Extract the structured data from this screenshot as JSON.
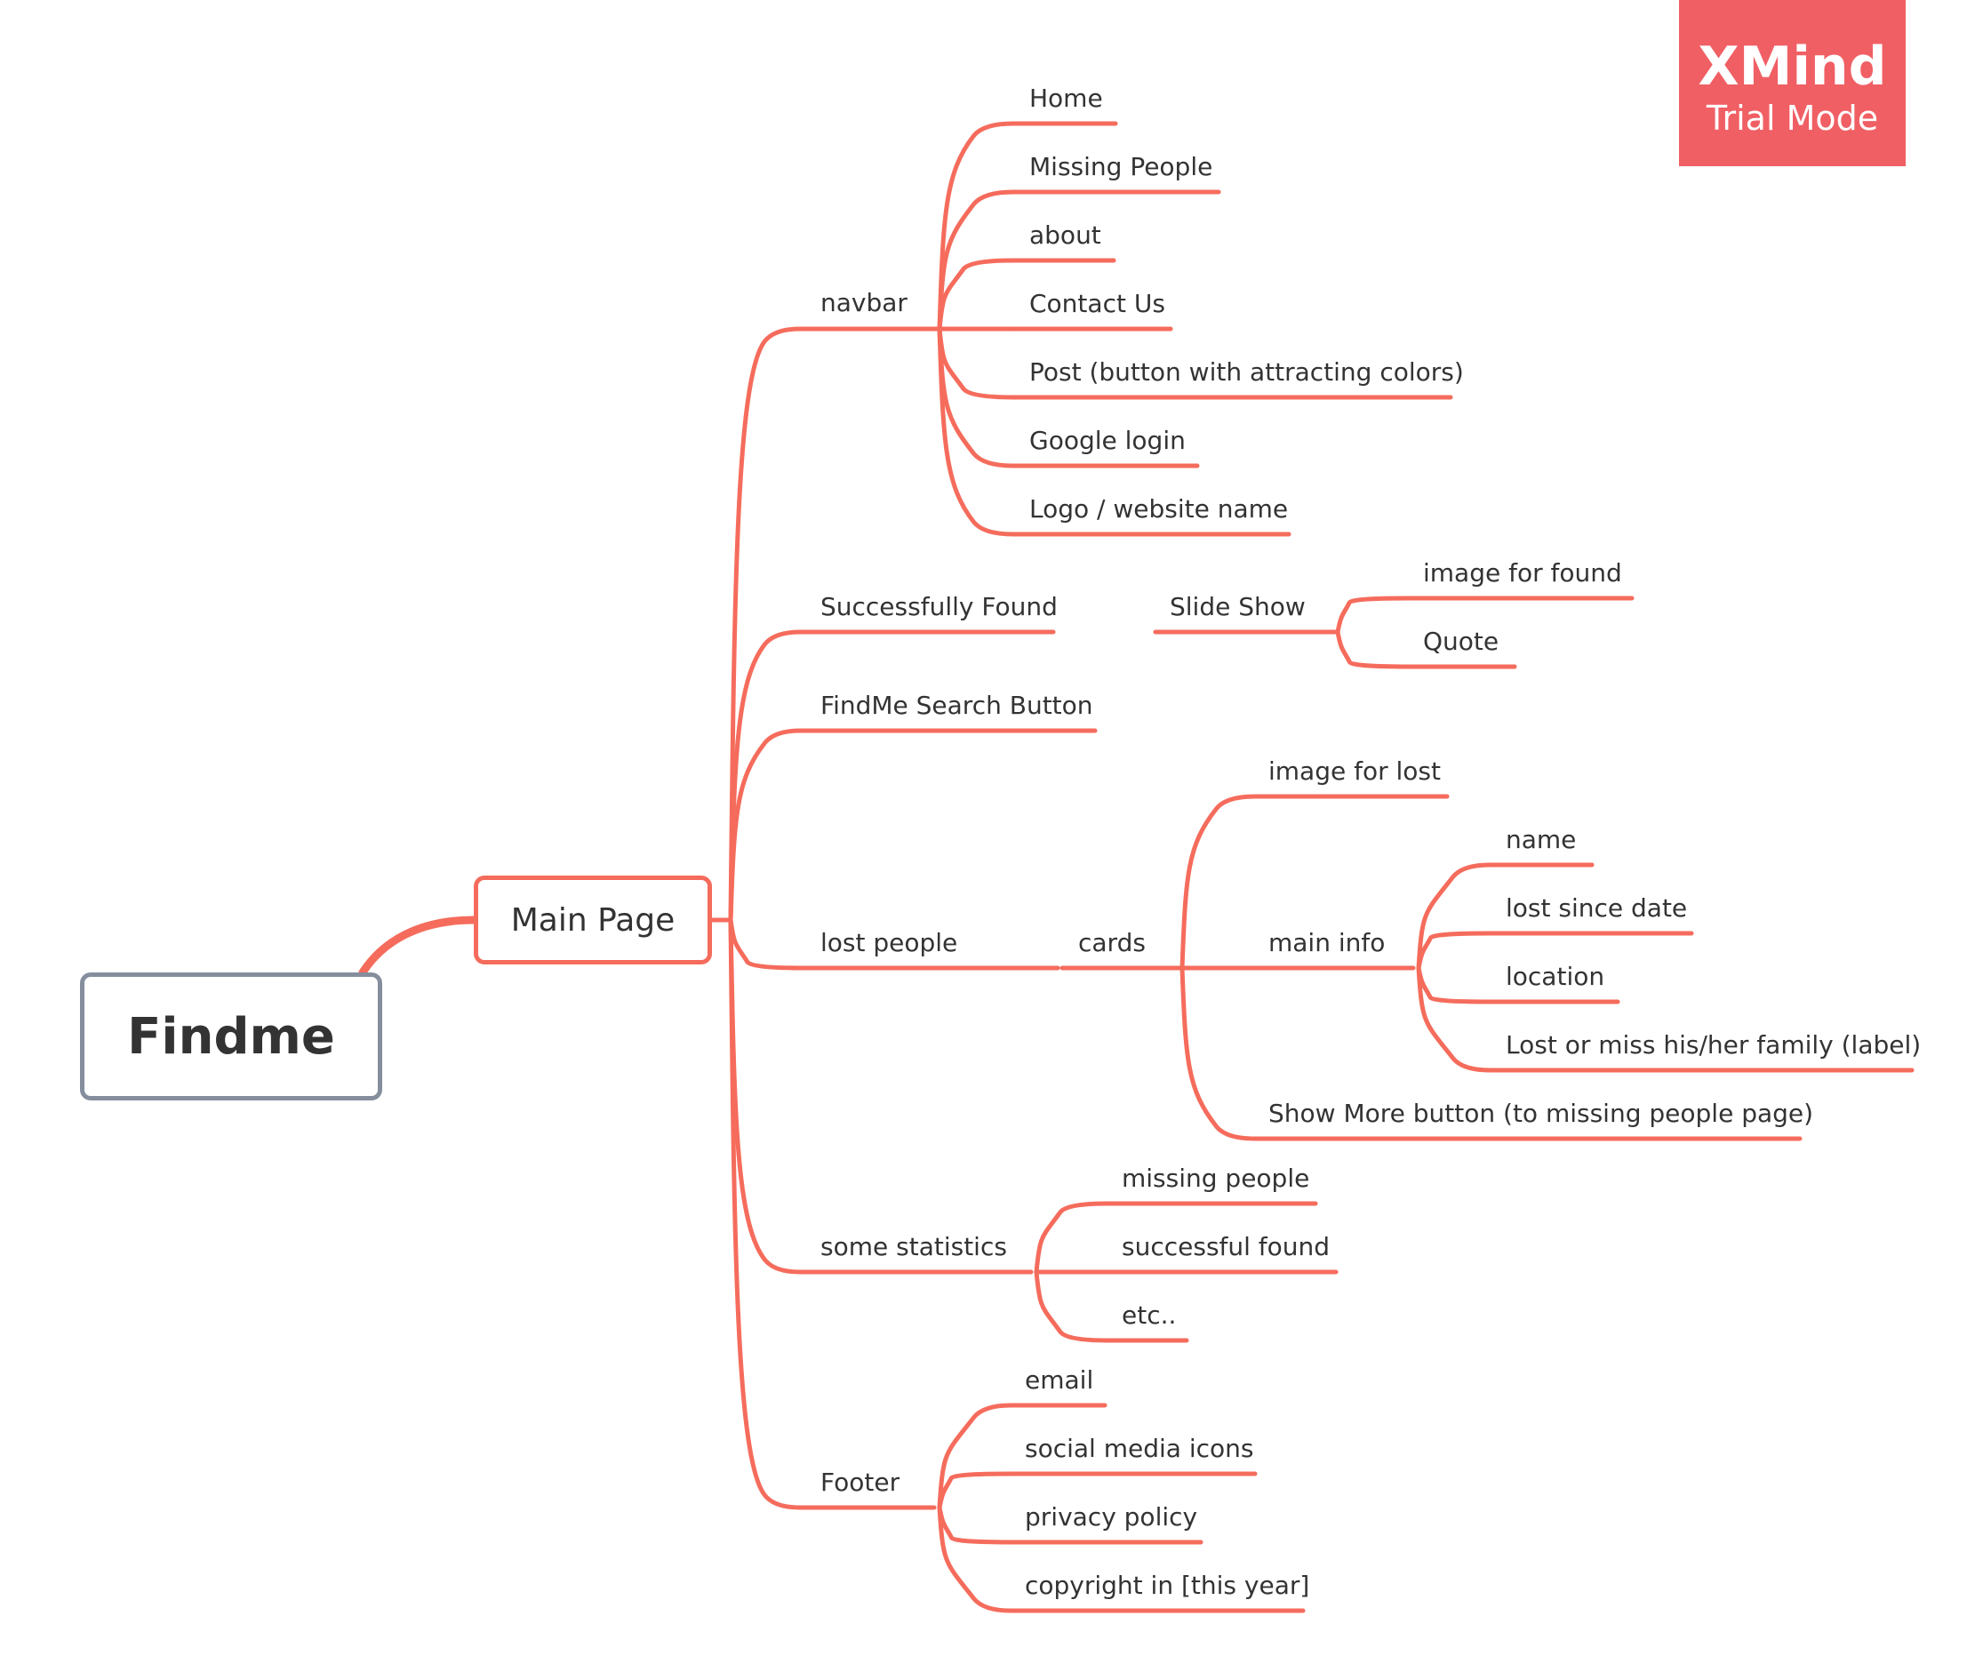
{
  "colors": {
    "branch": "#f56c5c",
    "root_border": "#858e9d",
    "badge_bg": "#f05f64",
    "text": "#333333"
  },
  "badge": {
    "title": "XMind",
    "subtitle": "Trial Mode"
  },
  "root": {
    "label": "Findme"
  },
  "main": {
    "label": "Main Page"
  },
  "navbar": {
    "label": "navbar",
    "items": [
      "Home",
      "Missing People",
      "about",
      "Contact Us",
      "Post (button with attracting colors)",
      "Google login",
      "Logo / website name"
    ]
  },
  "found": {
    "label": "Successfully Found",
    "slideshow": {
      "label": "Slide Show",
      "items": [
        "image for found",
        "Quote"
      ]
    }
  },
  "search": {
    "label": "FindMe Search Button"
  },
  "lost": {
    "label": "lost people",
    "cards": {
      "label": "cards",
      "image": "image for lost",
      "main_info": {
        "label": "main info",
        "items": [
          "name",
          "lost since date",
          "location",
          "Lost or miss his/her family (label)"
        ]
      },
      "show_more": "Show More button (to missing people page)"
    }
  },
  "stats": {
    "label": "some statistics",
    "items": [
      "missing people",
      "successful found",
      "etc.."
    ]
  },
  "footer": {
    "label": "Footer",
    "items": [
      "email",
      "social media icons",
      "privacy policy",
      "copyright in [this year]"
    ]
  }
}
